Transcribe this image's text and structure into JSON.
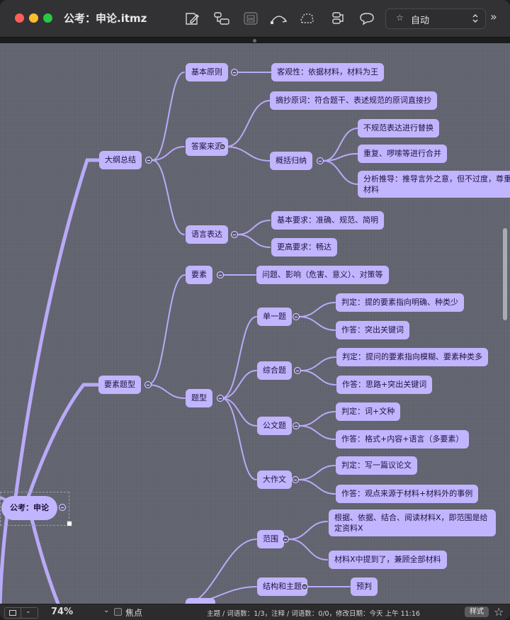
{
  "window": {
    "title": "公考：申论.itmz"
  },
  "toolbar": {
    "icons": [
      "note-icon",
      "topic-shape-icon",
      "boundary-icon",
      "relationship-icon",
      "cloud-icon",
      "callout-icon",
      "comment-icon"
    ],
    "style_selector": {
      "value": "自动"
    }
  },
  "map": {
    "root": "公考：申论",
    "outline": {
      "label": "大纲总结",
      "basic": "基本原则",
      "objective": "客观性：依据材料，材料为王",
      "source": "答案来源",
      "excerpt": "摘抄原词：符合题干、表述规范的原词直接抄",
      "summarize": "概括归纳",
      "replace": "不规范表达进行替换",
      "merge": "重复、啰嗦等进行合并",
      "infer": "分析推导：推导言外之意，但不过度，尊重材料",
      "language": "语言表达",
      "lang_basic": "基本要求：准确、规范、简明",
      "lang_high": "更高要求：畅达"
    },
    "elements": {
      "label": "要素题型",
      "elem": "要素",
      "elem_detail": "问题、影响（危害、意义）、对策等",
      "types": "题型",
      "single": "单一题",
      "single_judge": "判定：提的要素指向明确、种类少",
      "single_answer": "作答：突出关键词",
      "comp": "综合题",
      "comp_judge": "判定：提问的要素指向模糊、要素种类多",
      "comp_answer": "作答：思路+突出关键词",
      "doc": "公文题",
      "doc_judge": "判定：词+文种",
      "doc_answer": "作答：格式+内容+语言（多要素）",
      "essay": "大作文",
      "essay_judge": "判定：写一篇议论文",
      "essay_answer": "作答：观点来源于材料+材料外的事例"
    },
    "third": {
      "scope": "范围",
      "scope_a": "根据、依据、结合、阅读材料X，即范围是给定资料X",
      "scope_b": "材料X中提到了，兼顾全部材料",
      "structure": "结构和主题",
      "predict": "预判"
    }
  },
  "statusbar": {
    "zoom": "74%",
    "focus": "焦点",
    "stats": "主题 / 词语数：1/3，注释 / 词语数：0/0，修改日期：今天 上午 11:16",
    "style_button": "样式"
  }
}
